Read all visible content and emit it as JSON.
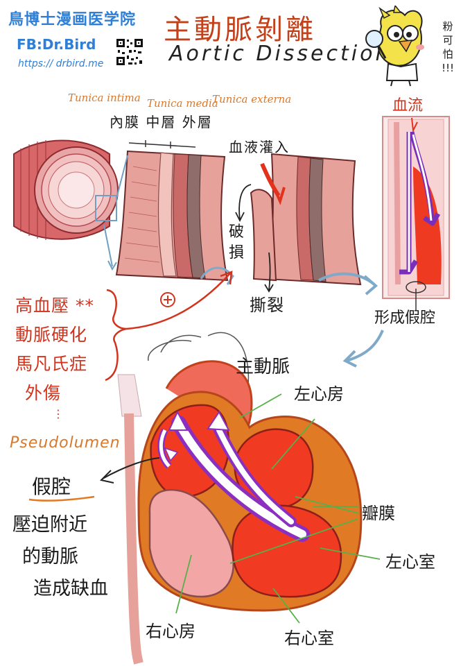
{
  "brand": {
    "name": "鳥博士漫画医学院",
    "facebook": "FB:Dr.Bird",
    "url": "https:// drbird.me"
  },
  "title": {
    "chinese": "主動脈剝離",
    "english": "Aortic Dissection"
  },
  "mascot_exclaim": [
    "粉",
    "可",
    "怕",
    "!!!"
  ],
  "layers": {
    "intima_en": "Tunica intima",
    "media_en": "Tunica media",
    "externa_en": "Tunica externa",
    "zh": "內膜 中層 外層"
  },
  "labels": {
    "blood_inflow": "血液灌入",
    "damage": [
      "破",
      "損"
    ],
    "tear": "撕裂",
    "blood_flow": "血流",
    "false_lumen_forms": "形成假腔",
    "aorta": "主動脈",
    "left_atrium": "左心房",
    "valve": "瓣膜",
    "left_ventricle": "左心室",
    "right_atrium": "右心房",
    "right_ventricle": "右心室"
  },
  "risk_factors": [
    "高血壓 **",
    "動脈硬化",
    "馬凡氏症",
    "外傷",
    "⋮"
  ],
  "pseudolumen": {
    "en": "Pseudolumen",
    "zh": "假腔",
    "desc": [
      "壓迫附近",
      "的動脈",
      "造成缺血"
    ]
  },
  "colors": {
    "accent_red": "#d2331d",
    "orange": "#d9782a",
    "brand_blue": "#2f7fd6",
    "arrow_blue": "#7fa9c9",
    "purple": "#8a2fbf",
    "wall_pink": "#e89a9a",
    "heart_red": "#f03a22",
    "heart_orange": "#e07a24"
  }
}
